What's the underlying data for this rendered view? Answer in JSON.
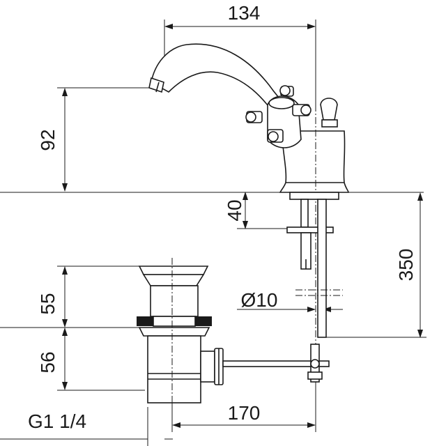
{
  "dimensions": {
    "spout_reach": "134",
    "spout_height": "92",
    "deck_thickness": "40",
    "tail_length": "350",
    "tube_diameter": "Ø10",
    "waste_upper": "55",
    "waste_lower": "56",
    "rod_length": "170",
    "thread_size": "G1 1/4"
  },
  "colors": {
    "ink": "#1a1a1a",
    "background": "#ffffff"
  }
}
